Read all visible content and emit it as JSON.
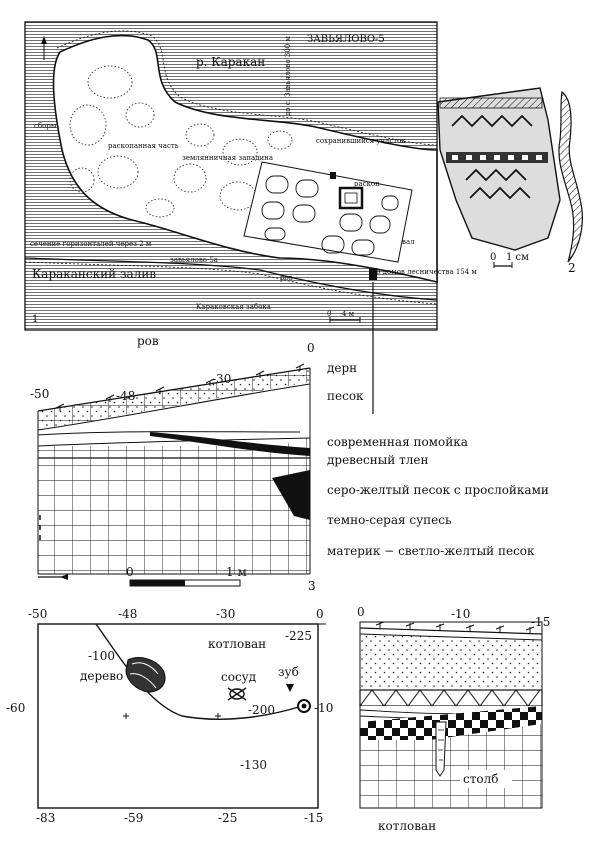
{
  "plan": {
    "site_title": "ЗАВЬЯЛОВО-5",
    "river": "р. Каракан",
    "road_to": "до с. Завьялово 300 м",
    "preserved": "сохранившийся участок",
    "excavation": "раскоп",
    "dug_part": "раскопанная часть",
    "dwelling": "землянничная западина",
    "contour_note": "сечение горизонталей через 2 м",
    "bay": "Караканский залив",
    "backwater": "Караковская забока",
    "site_label_5a": "завьялово-5а",
    "forester": "до домов лесничества 154 м",
    "collections": "сборы",
    "pit": "ров",
    "rampart": "вал",
    "number": "1",
    "scale_zero": "0",
    "scale_label": "4 м"
  },
  "below_plan_label": "ров",
  "pottery": {
    "number": "2",
    "scale_zero": "0",
    "scale_label": "1 см"
  },
  "section1": {
    "ticks": [
      "-50",
      "-48",
      "-30",
      "0"
    ],
    "number": "3",
    "scale_zero": "0",
    "scale_label": "1 м"
  },
  "legend": [
    "дерн",
    "песок",
    "современная помойка",
    "древесный тлен",
    "серо-желтый песок с прослойками",
    "темно-серая супесь",
    "материк − светло-желтый песок"
  ],
  "plan2": {
    "top_ticks": [
      "-50",
      "-48",
      "-30",
      "0"
    ],
    "bottom_ticks": [
      "-83",
      "-59",
      "-25",
      "-15"
    ],
    "left_tick": "-60",
    "right_tick": "-10",
    "pit": "котлован",
    "tree": "дерево",
    "vessel": "сосуд",
    "tooth": "зуб",
    "elevations": [
      "-225",
      "-100",
      "-200",
      "-130"
    ]
  },
  "section2": {
    "ticks": [
      "0",
      "-10",
      "-15"
    ],
    "post": "столб",
    "pit": "котлован"
  }
}
